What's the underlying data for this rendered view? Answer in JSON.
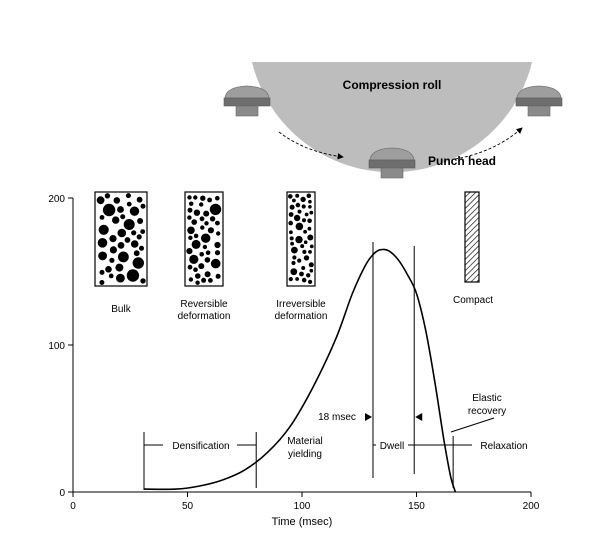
{
  "diagram": {
    "roll_label": "Compression roll",
    "punch_label": "Punch head",
    "stages": [
      {
        "name": "bulk",
        "label_lines": [
          "Bulk"
        ]
      },
      {
        "name": "reversible",
        "label_lines": [
          "Reversible",
          "deformation"
        ]
      },
      {
        "name": "irreversible",
        "label_lines": [
          "Irreversible",
          "deformation"
        ]
      },
      {
        "name": "compact",
        "label_lines": [
          "Compact"
        ]
      }
    ],
    "phases": {
      "densification": "Densification",
      "material_yielding_lines": [
        "Material",
        "yielding"
      ],
      "dwell": "Dwell",
      "relaxation": "Relaxation",
      "dwell_time": "18 msec",
      "elastic_recovery_lines": [
        "Elastic",
        "recovery"
      ]
    }
  },
  "chart_data": {
    "type": "line",
    "xlabel": "Time (msec)",
    "ylabel": "",
    "xlim": [
      0,
      200
    ],
    "ylim": [
      0,
      200
    ],
    "x_ticks": [
      0,
      50,
      100,
      150,
      200
    ],
    "y_ticks": [
      0,
      100,
      200
    ],
    "series": [
      {
        "x": [
          31,
          45,
          55,
          65,
          75,
          85,
          95,
          105,
          115,
          122,
          128,
          132,
          135,
          138,
          142,
          146,
          150,
          154,
          158,
          162,
          165,
          167
        ],
        "y": [
          2,
          2,
          4,
          8,
          15,
          27,
          45,
          72,
          105,
          135,
          155,
          163,
          165,
          164,
          158,
          148,
          135,
          110,
          75,
          35,
          10,
          0
        ]
      }
    ],
    "markers": {
      "densification": [
        31,
        80
      ],
      "dwell": [
        131,
        149
      ],
      "relaxation_end": 166
    }
  }
}
